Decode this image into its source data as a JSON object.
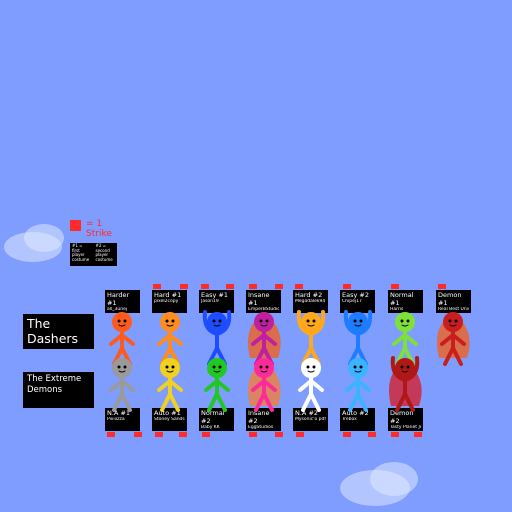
{
  "legend": {
    "strike_label": "= 1 Strike",
    "note_first": "#1 = first player costume",
    "note_second": "#2 = second player costume"
  },
  "sections": {
    "dashers": "The Dashers",
    "extreme": "The Extreme Demons"
  },
  "top_row": [
    {
      "difficulty": "Harder #1",
      "name": "all_3unej"
    },
    {
      "difficulty": "Hard #1",
      "name": "pixel2copy"
    },
    {
      "difficulty": "Easy #1",
      "name": "Jason19"
    },
    {
      "difficulty": "Insane #1",
      "name": "EmperBStudios"
    },
    {
      "difficulty": "Hard #2",
      "name": "Megadalek94"
    },
    {
      "difficulty": "Easy #2",
      "name": "Chipej17"
    },
    {
      "difficulty": "Normal #1",
      "name": "Harris"
    },
    {
      "difficulty": "Demon #1",
      "name": "Real Best Universal"
    }
  ],
  "bottom_row": [
    {
      "difficulty": "N.A #1",
      "name": "Piiiiiizza"
    },
    {
      "difficulty": "Auto #1",
      "name": "Stoney Sands"
    },
    {
      "difficulty": "Normal #2",
      "name": "Baby KK"
    },
    {
      "difficulty": "Insane #2",
      "name": "EggStudios"
    },
    {
      "difficulty": "N.A #2",
      "name": "Mysonic'o pdf"
    },
    {
      "difficulty": "Auto #2",
      "name": "Trebox"
    },
    {
      "difficulty": "Demon #2",
      "name": "Tasty Planet Jelly Gim"
    }
  ],
  "colors": {
    "background": "#7f9cff",
    "strike": "#ff2a2a",
    "top_figures": [
      "#ff5a1e",
      "#ff8c1e",
      "#1e4dff",
      "#c020a0",
      "#ffa81e",
      "#1e7dff",
      "#7ee03a",
      "#c81e1e"
    ],
    "bottom_figures": [
      "#9a9a9a",
      "#f0d020",
      "#22c822",
      "#ff2a9a",
      "#ffffff",
      "#3ab4ff",
      "#b01818"
    ]
  }
}
